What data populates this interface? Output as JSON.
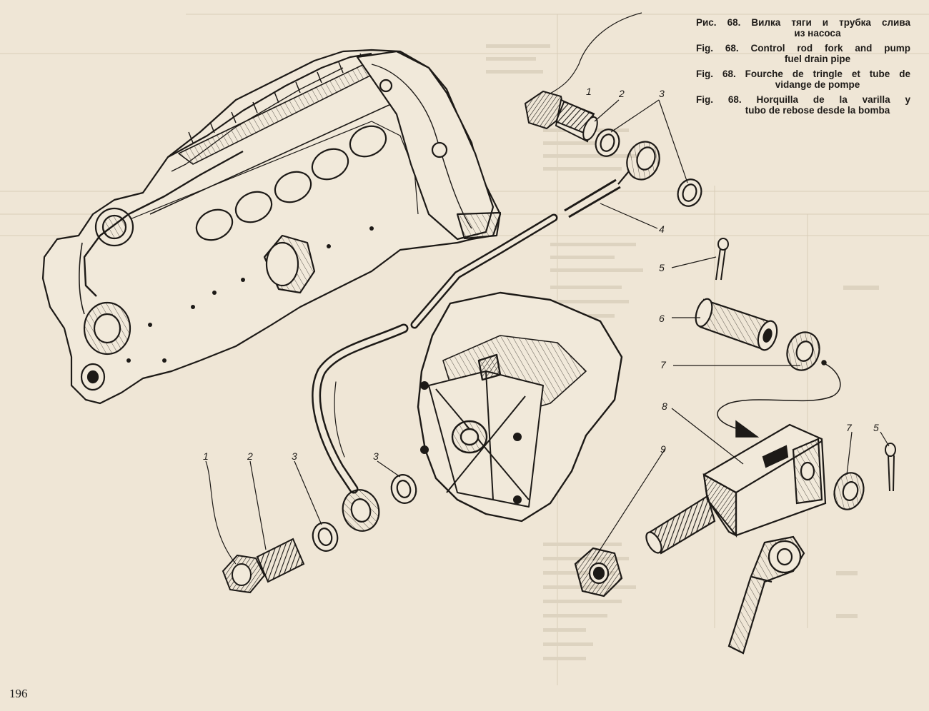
{
  "figure": {
    "captions": [
      {
        "lang": "ru",
        "line1": "Рис. 68. Вилка тяги и трубка слива",
        "line2": "из насоса"
      },
      {
        "lang": "en",
        "line1": "Fig. 68. Control rod fork and pump",
        "line2": "fuel drain pipe"
      },
      {
        "lang": "fr",
        "line1": "Fig. 68. Fourche de tringle et tube de",
        "line2": "vidange de pompe"
      },
      {
        "lang": "es",
        "line1": "Fig. 68. Horquilla de la varilla y",
        "line2": "tubo de rebose desde la bomba"
      }
    ],
    "callouts": {
      "top_1": "1",
      "top_2": "2",
      "top_3": "3",
      "pipe_4": "4",
      "pin_5": "5",
      "sleeve_6": "6",
      "washer_7": "7",
      "fork_8": "8",
      "nut_9": "9",
      "washer_7b": "7",
      "pin_5b": "5",
      "bot_1": "1",
      "bot_2": "2",
      "bot_3": "3",
      "bot_3b": "3"
    }
  },
  "page_number": "196",
  "colors": {
    "paper": "#efe6d6",
    "ink": "#1d1a17"
  }
}
